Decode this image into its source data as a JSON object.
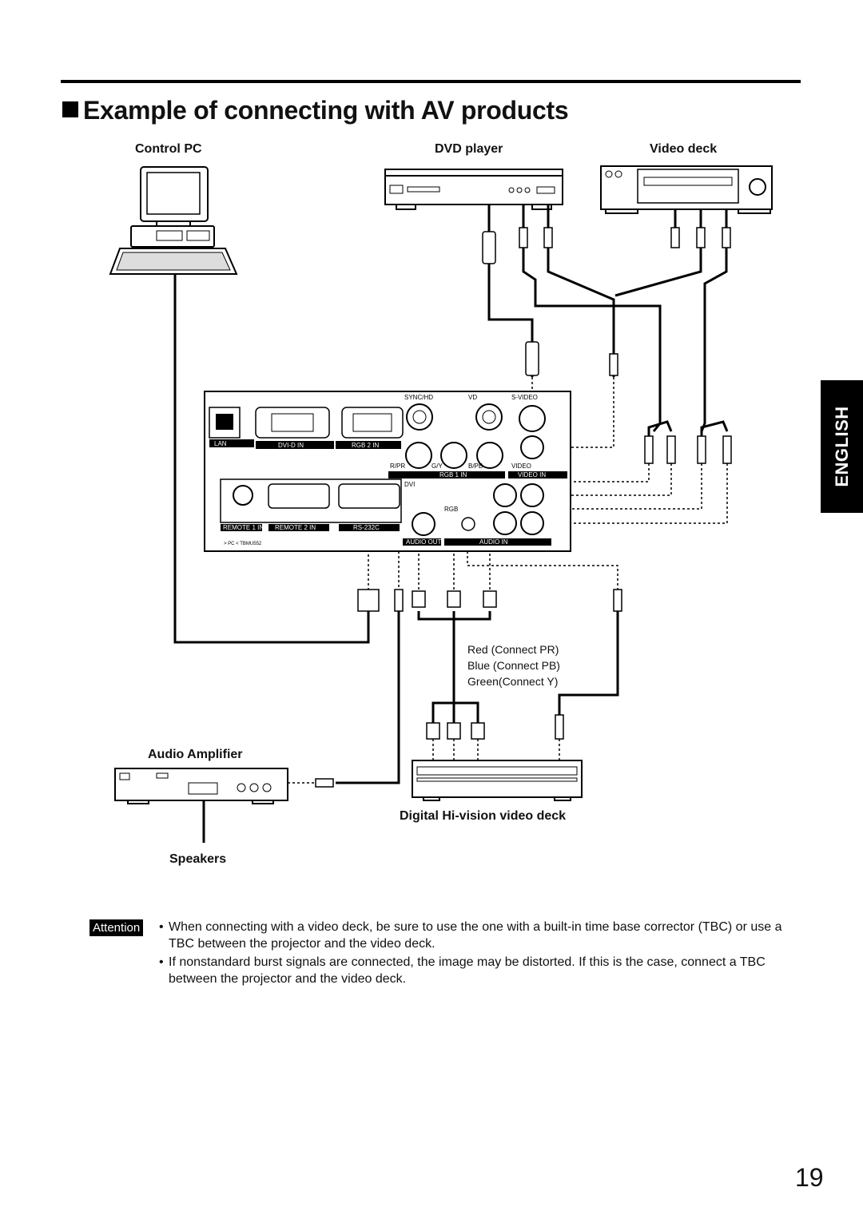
{
  "section": {
    "title": "Example of connecting with AV products"
  },
  "side_tab": {
    "label": "ENGLISH"
  },
  "devices": {
    "control_pc": "Control PC",
    "dvd_player": "DVD player",
    "video_deck": "Video deck",
    "audio_amplifier": "Audio Amplifier",
    "speakers": "Speakers",
    "digital_deck": "Digital Hi-vision video deck"
  },
  "panel_labels": {
    "lan": "LAN",
    "dvi_d_in": "DVI-D IN",
    "rgb2_in": "RGB 2 IN",
    "sync_hd": "SYNC/HD",
    "vd": "VD",
    "s_video": "S-VIDEO",
    "r_pr": "R/PR",
    "g_y": "G/Y",
    "b_pb": "B/PB",
    "video": "VIDEO",
    "rgb1_in": "RGB 1 IN",
    "video_in": "VIDEO IN",
    "dvi": "DVI",
    "rgb": "RGB",
    "remote1_in": "REMOTE 1 IN",
    "remote2_in": "REMOTE 2 IN",
    "rs232c": "RS-232C",
    "audio_out": "AUDIO OUT",
    "audio_in": "AUDIO IN",
    "pc_model": "> PC < TBMU552"
  },
  "cable_notes": [
    "Red (Connect PR)",
    "Blue (Connect PB)",
    "Green(Connect Y)"
  ],
  "attention": {
    "badge": "Attention",
    "bullets": [
      "When connecting with a video deck, be sure to use the one with a built-in time base corrector (TBC) or use a TBC between the projector and the video deck.",
      "If nonstandard burst signals are connected, the image may be distorted. If this is the case, connect a TBC between the projector and the video deck."
    ]
  },
  "page_number": "19"
}
